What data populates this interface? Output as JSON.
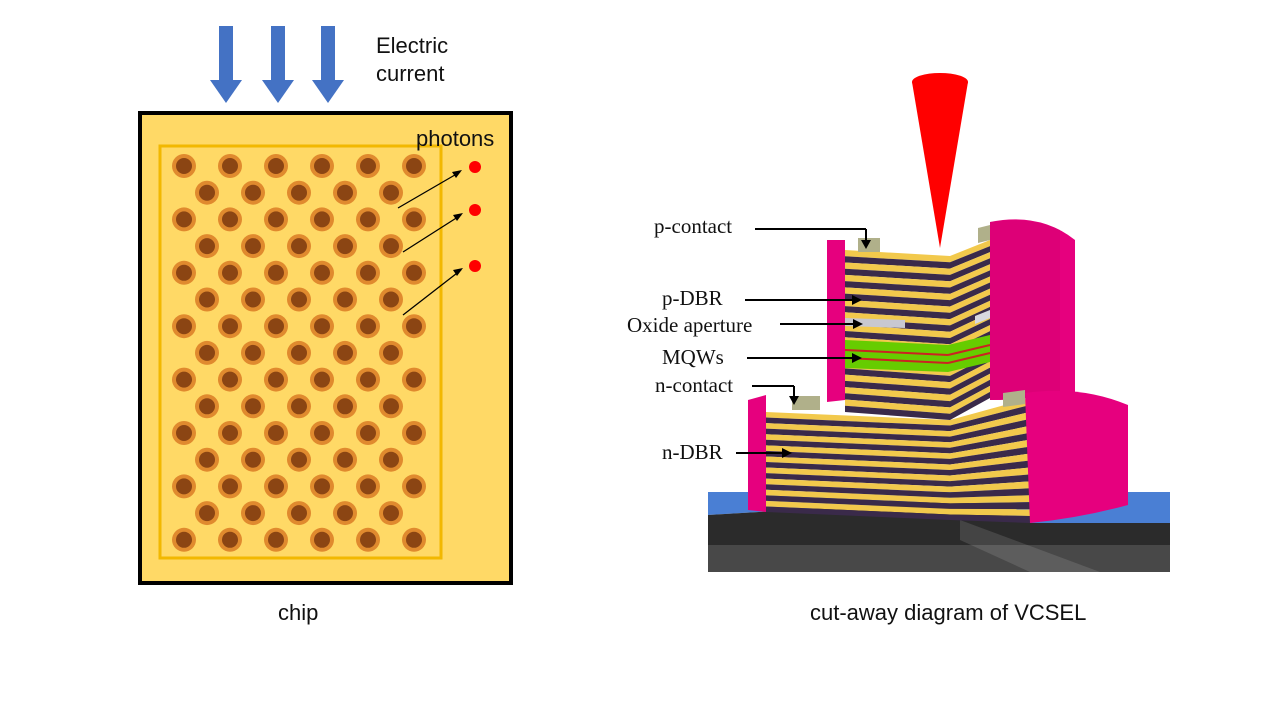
{
  "chip_panel": {
    "current_label_line1": "Electric",
    "current_label_line2": "current",
    "photons_label": "photons",
    "caption": "chip",
    "colors": {
      "chip_fill": "#ffd966",
      "border": "#000000",
      "inner_border": "#f2b800",
      "emitter_outer": "#e08a2e",
      "emitter_inner": "#8b4513",
      "arrow": "#4472c4",
      "photon": "#ff0000"
    }
  },
  "vcsel_panel": {
    "labels": {
      "p_contact": "p-contact",
      "p_dbr": "p-DBR",
      "oxide_aperture": "Oxide aperture",
      "mqws": "MQWs",
      "n_contact": "n-contact",
      "n_dbr": "n-DBR"
    },
    "caption": "cut-away diagram of VCSEL",
    "colors": {
      "beam": "#ff0000",
      "dbr_yellow": "#f2c94c",
      "dbr_dark": "#3a2a4a",
      "mqw_green": "#66cc00",
      "mqw_red": "#cc2222",
      "passivation": "#e6007e",
      "substrate": "#2a2a2a",
      "contact_metal": "#b0b08a"
    }
  }
}
